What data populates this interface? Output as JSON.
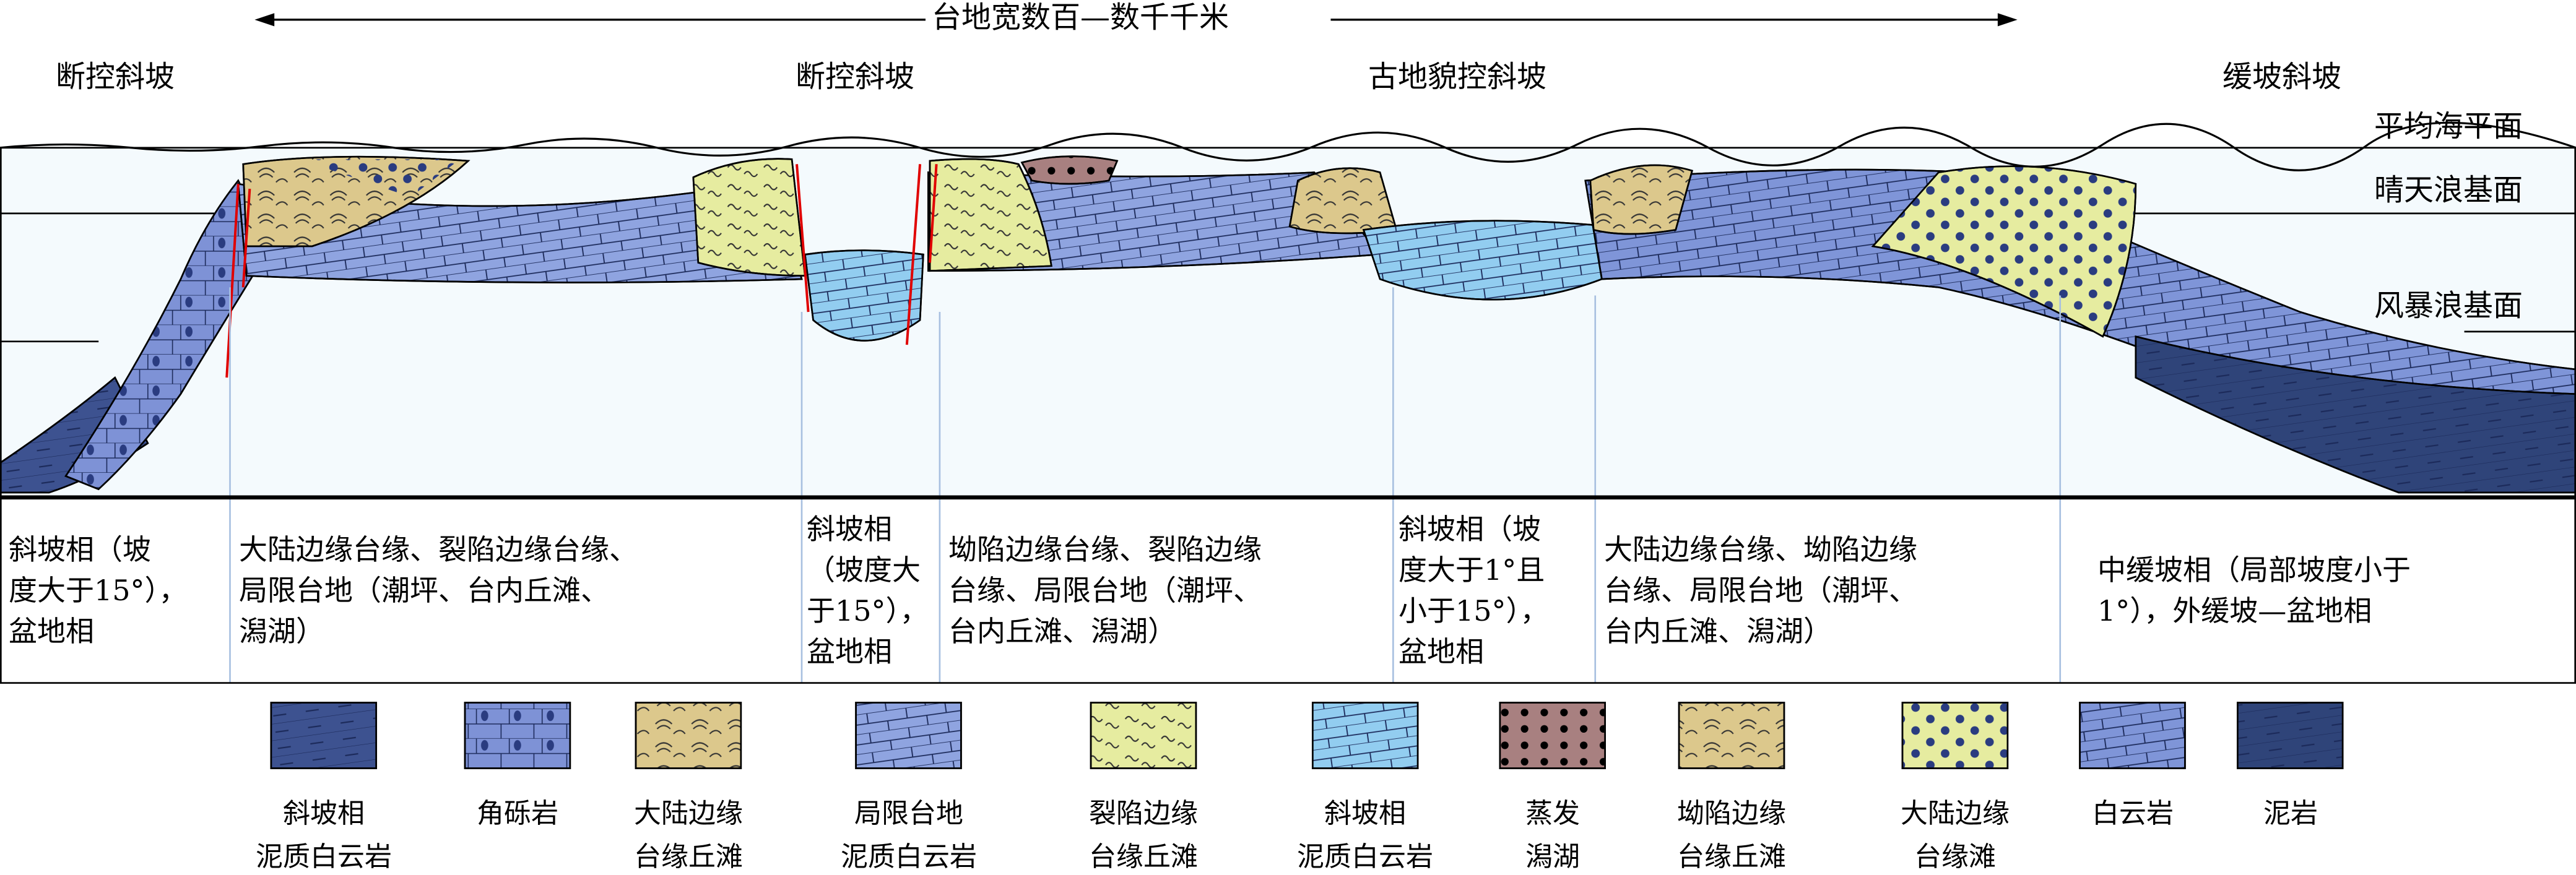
{
  "header": {
    "span_label": "台地宽数百—数千千米",
    "zones": [
      "断控斜坡",
      "断控斜坡",
      "古地貌控斜坡",
      "缓坡斜坡"
    ]
  },
  "levels": [
    "平均海平面",
    "晴天浪基面",
    "风暴浪基面"
  ],
  "table": [
    {
      "lines": [
        "斜坡相（坡",
        "度大于15°），",
        "盆地相"
      ]
    },
    {
      "lines": [
        "大陆边缘台缘、裂陷边缘台缘、",
        "局限台地（潮坪、台内丘滩、",
        "潟湖）"
      ]
    },
    {
      "lines": [
        "斜坡相",
        "（坡度大",
        "于15°），",
        "盆地相"
      ]
    },
    {
      "lines": [
        "坳陷边缘台缘、裂陷边缘",
        "台缘、局限台地（潮坪、",
        "台内丘滩、潟湖）"
      ]
    },
    {
      "lines": [
        "斜坡相（坡",
        "度大于1°且",
        "小于15°），",
        "盆地相"
      ]
    },
    {
      "lines": [
        "大陆边缘台缘、坳陷边缘",
        "台缘、局限台地（潮坪、",
        "台内丘滩、潟湖）"
      ]
    },
    {
      "lines": [
        "中缓坡相（局部坡度小于",
        "1°），外缓坡—盆地相"
      ]
    }
  ],
  "legend": [
    {
      "lines": [
        "斜坡相",
        "泥质白云岩"
      ],
      "color": "#3d5290"
    },
    {
      "lines": [
        "角砾岩",
        ""
      ],
      "color": "#7e92d6"
    },
    {
      "lines": [
        "大陆边缘",
        "台缘丘滩"
      ],
      "color": "#dcc88c"
    },
    {
      "lines": [
        "局限台地",
        "泥质白云岩"
      ],
      "color": "#8fa4e0"
    },
    {
      "lines": [
        "裂陷边缘",
        "台缘丘滩"
      ],
      "color": "#e6eca0"
    },
    {
      "lines": [
        "斜坡相",
        "泥质白云岩"
      ],
      "color": "#92cdf0"
    },
    {
      "lines": [
        "蒸发",
        "潟湖"
      ],
      "color": "#a88080"
    },
    {
      "lines": [
        "坳陷边缘",
        "台缘丘滩"
      ],
      "color": "#dcc88c"
    },
    {
      "lines": [
        "大陆边缘",
        "台缘滩"
      ],
      "color": "#e6eca0"
    },
    {
      "lines": [
        "白云岩",
        ""
      ],
      "color": "#7f95d8"
    },
    {
      "lines": [
        "泥岩",
        ""
      ],
      "color": "#2f4479"
    }
  ]
}
